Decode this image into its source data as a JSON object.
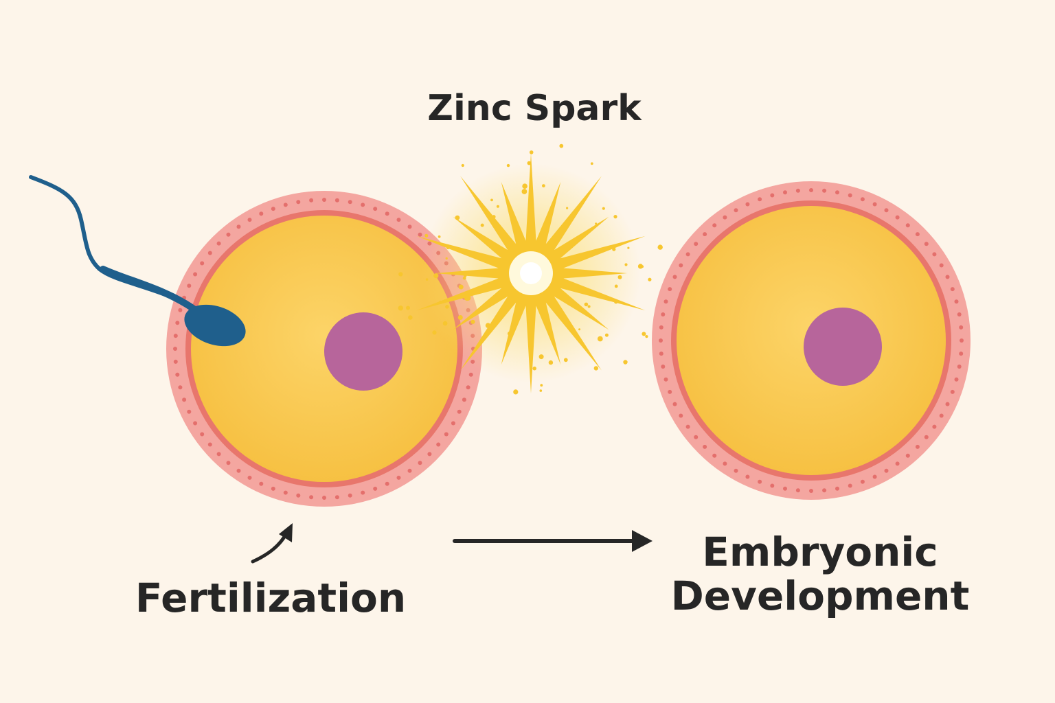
{
  "labels": {
    "zinc_spark": "Zinc Spark",
    "fertilization": "Fertilization",
    "embryonic_line1": "Embryonic",
    "embryonic_line2": "Development"
  },
  "colors": {
    "background": "#fdf5ea",
    "zona_pellucida": "#f4a6a0",
    "zona_dots": "#e46f6c",
    "membrane": "#e8766c",
    "cytoplasm": "#f9c84a",
    "nucleus": "#b7659b",
    "sperm": "#1f5f8c",
    "spark": "#f7c62f",
    "arrow": "#262626",
    "text": "#262626"
  },
  "icons": {
    "sperm": "sperm-icon",
    "spark": "starburst-icon",
    "arrow": "right-arrow-icon",
    "curved_arrow": "curved-arrow-icon"
  }
}
